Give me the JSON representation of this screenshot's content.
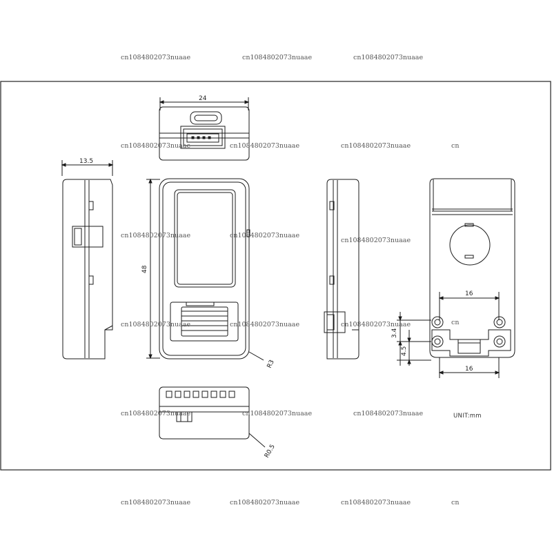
{
  "drawing": {
    "dimensions": {
      "width_top": "24",
      "depth_side": "13.5",
      "height_front": "48",
      "corner_radius": "R3",
      "bottom_radius": "R0.5",
      "hole_spacing_top": "16",
      "hole_spacing_bottom": "16",
      "vertical_a": "3.4",
      "vertical_b": "4.5"
    },
    "unit_label": "UNIT:mm"
  },
  "watermarks": {
    "full": "cn1084802073nuaae",
    "partial": "cn"
  },
  "colors": {
    "line": "#1a1a1a",
    "frame": "#222222",
    "watermark": "#555555"
  }
}
